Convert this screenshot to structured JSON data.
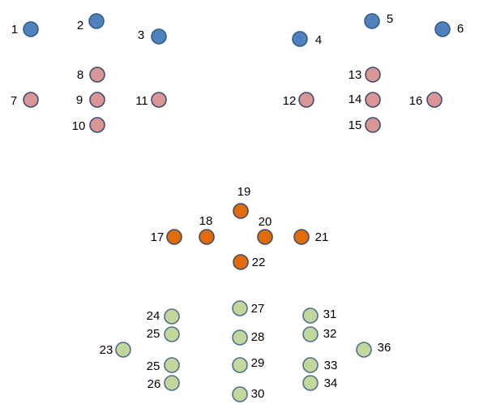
{
  "colors": {
    "blue": "#4f81bd",
    "blue_stroke": "#385d8a",
    "pink": "#d99694",
    "pink_stroke": "#3b4f6e",
    "orange": "#e36c09",
    "orange_stroke": "#3b4f6e",
    "green": "#c3d69b",
    "green_stroke": "#4f6f8f"
  },
  "points": [
    {
      "label": "1",
      "group": "blue"
    },
    {
      "label": "2",
      "group": "blue"
    },
    {
      "label": "3",
      "group": "blue"
    },
    {
      "label": "4",
      "group": "blue"
    },
    {
      "label": "5",
      "group": "blue"
    },
    {
      "label": "6",
      "group": "blue"
    },
    {
      "label": "7",
      "group": "pink"
    },
    {
      "label": "8",
      "group": "pink"
    },
    {
      "label": "9",
      "group": "pink"
    },
    {
      "label": "10",
      "group": "pink"
    },
    {
      "label": "11",
      "group": "pink"
    },
    {
      "label": "12",
      "group": "pink"
    },
    {
      "label": "13",
      "group": "pink"
    },
    {
      "label": "14",
      "group": "pink"
    },
    {
      "label": "15",
      "group": "pink"
    },
    {
      "label": "16",
      "group": "pink"
    },
    {
      "label": "17",
      "group": "orange"
    },
    {
      "label": "18",
      "group": "orange"
    },
    {
      "label": "19",
      "group": "orange"
    },
    {
      "label": "20",
      "group": "orange"
    },
    {
      "label": "21",
      "group": "orange"
    },
    {
      "label": "22",
      "group": "orange"
    },
    {
      "label": "23",
      "group": "green"
    },
    {
      "label": "24",
      "group": "green"
    },
    {
      "label": "25",
      "group": "green"
    },
    {
      "label": "25",
      "group": "green"
    },
    {
      "label": "26",
      "group": "green"
    },
    {
      "label": "27",
      "group": "green"
    },
    {
      "label": "28",
      "group": "green"
    },
    {
      "label": "29",
      "group": "green"
    },
    {
      "label": "30",
      "group": "green"
    },
    {
      "label": "31",
      "group": "green"
    },
    {
      "label": "32",
      "group": "green"
    },
    {
      "label": "33",
      "group": "green"
    },
    {
      "label": "34",
      "group": "green"
    },
    {
      "label": "36",
      "group": "green"
    }
  ]
}
